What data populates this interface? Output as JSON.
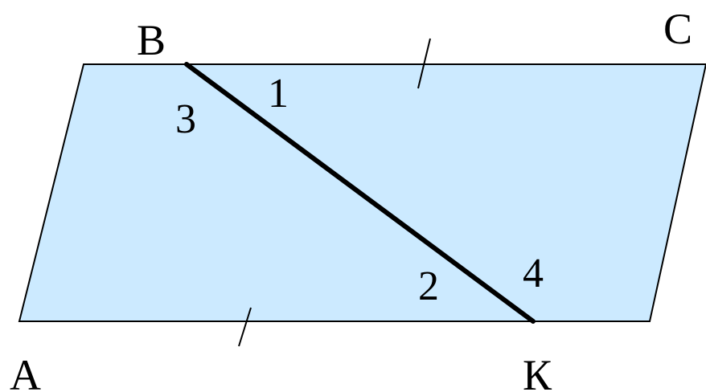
{
  "figure": {
    "fill_color": "#cceaff",
    "stroke_color": "#000000",
    "background": "#ffffff"
  },
  "vertices": {
    "A": "A",
    "B": "B",
    "C": "C",
    "K": "К"
  },
  "angles": {
    "a1": "1",
    "a2": "2",
    "a3": "3",
    "a4": "4"
  }
}
